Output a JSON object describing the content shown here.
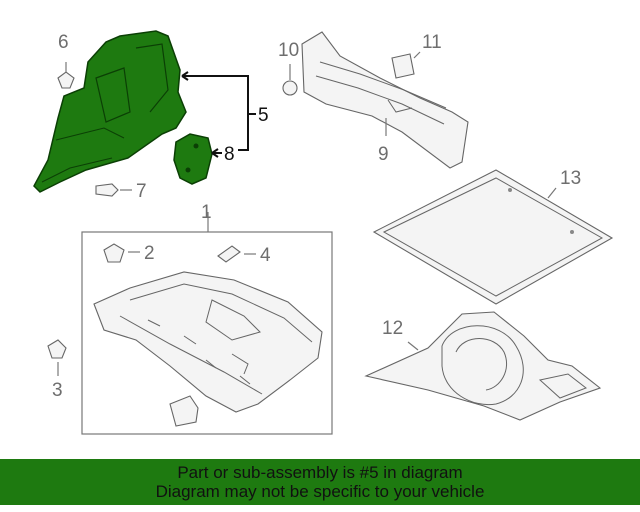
{
  "callouts": {
    "c1": "1",
    "c2": "2",
    "c3": "3",
    "c4": "4",
    "c5": "5",
    "c6": "6",
    "c7": "7",
    "c8": "8",
    "c9": "9",
    "c10": "10",
    "c11": "11",
    "c12": "12",
    "c13": "13"
  },
  "highlight_color": "#1e7a10",
  "footer": {
    "line1": "Part or sub-assembly is #5 in diagram",
    "line2": "Diagram may not be specific to your vehicle"
  }
}
